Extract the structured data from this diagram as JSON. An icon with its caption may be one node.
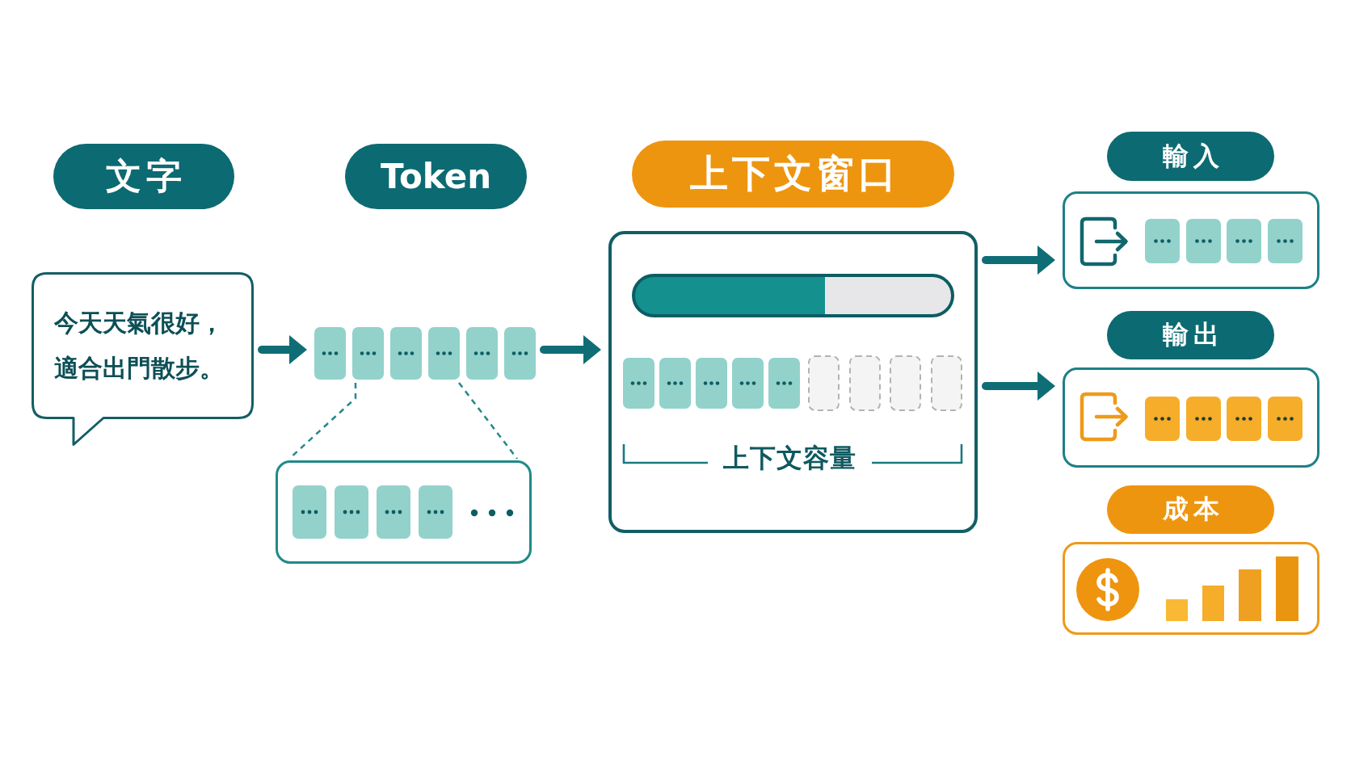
{
  "diagram": {
    "nodes": [
      {
        "text": [
          "文字"
        ]
      },
      {
        "text": [
          "今天天氣很好，適合出門散步。"
        ]
      },
      {
        "text": [
          "Token"
        ]
      },
      {
        "text": [],
        "shape": "picture"
      },
      {
        "text": [],
        "shape": "box"
      },
      {
        "text": [
          "上下文窗口"
        ]
      },
      {
        "text": [
          "上下文容量"
        ]
      },
      {
        "text": [
          "輸入"
        ]
      },
      {
        "text": [],
        "shape": "box"
      },
      {
        "text": [
          "輸出"
        ]
      },
      {
        "text": [],
        "shape": "box"
      },
      {
        "text": [
          "成本"
        ]
      },
      {
        "text": [],
        "shape": "box"
      }
    ],
    "edges": [
      {
        "from": 1,
        "to": 3,
        "arrow": "to"
      },
      {
        "from": 3,
        "to": 4,
        "arrow": "none",
        "style": "dashed",
        "color": "#23898a"
      },
      {
        "from": 3,
        "to": 4,
        "arrow": "none",
        "style": "dashed",
        "color": "#23898a"
      },
      {
        "from": 3,
        "to": 6,
        "arrow": "to"
      },
      {
        "from": 6,
        "to": 8,
        "arrow": "to"
      },
      {
        "from": 6,
        "to": 10,
        "arrow": "to"
      }
    ]
  }
}
